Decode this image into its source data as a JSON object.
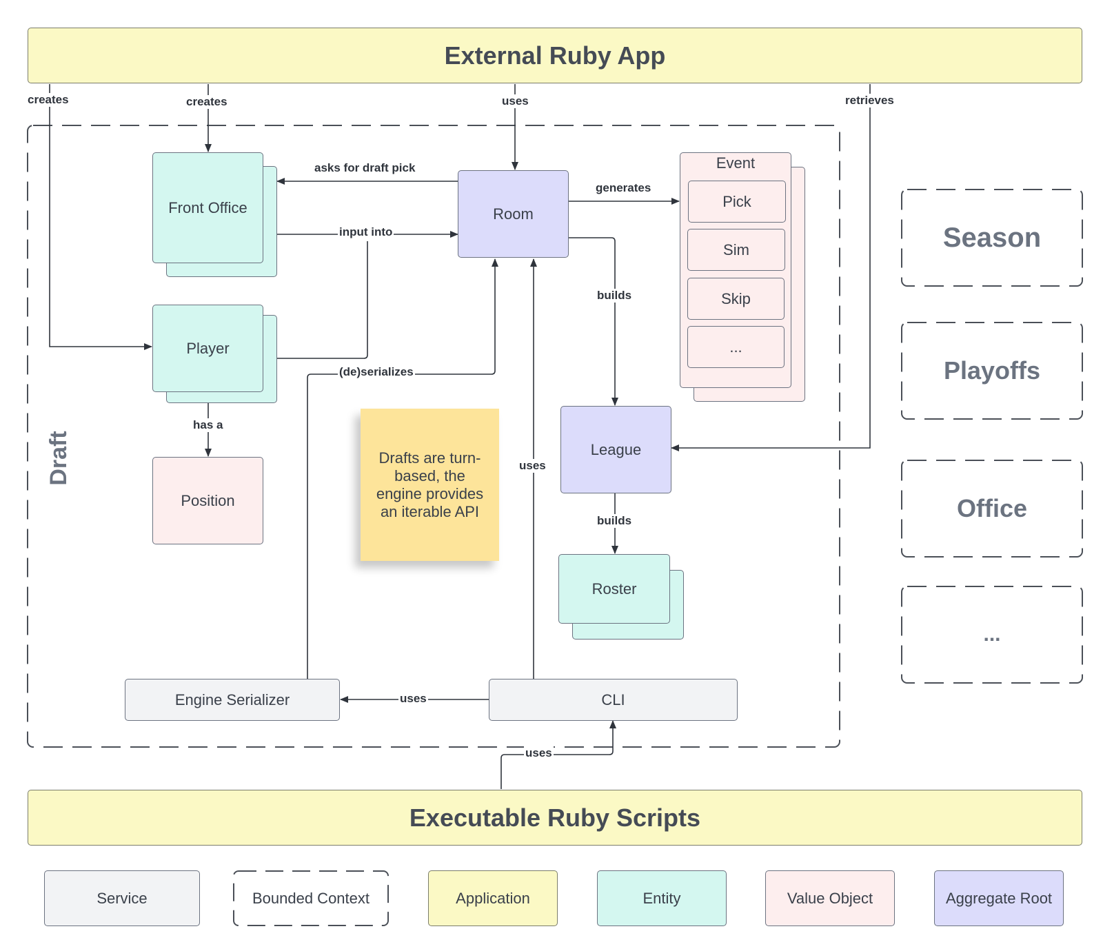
{
  "top_app": {
    "label": "External Ruby App"
  },
  "bottom_app": {
    "label": "Executable Ruby Scripts"
  },
  "draft_context": {
    "label": "Draft"
  },
  "other_contexts": [
    "Season",
    "Playoffs",
    "Office",
    "..."
  ],
  "nodes": {
    "front_office": "Front Office",
    "player": "Player",
    "position": "Position",
    "room": "Room",
    "event": "Event",
    "event_items": [
      "Pick",
      "Sim",
      "Skip",
      "..."
    ],
    "league": "League",
    "roster": "Roster",
    "engine_serializer": "Engine Serializer",
    "cli": "CLI"
  },
  "note": "Drafts are turn-based, the engine provides an iterable API",
  "edge_labels": {
    "creates_player": "creates",
    "creates_front_office": "creates",
    "uses_room": "uses",
    "retrieves": "retrieves",
    "asks_for_draft_pick": "asks for draft pick",
    "input_into": "input into",
    "generates": "generates",
    "builds_league": "builds",
    "deserializes": "(de)serializes",
    "has_a": "has a",
    "uses_cli_room": "uses",
    "builds_roster": "builds",
    "uses_serializer": "uses",
    "uses_cli": "uses"
  },
  "legend": [
    "Service",
    "Bounded Context",
    "Application",
    "Entity",
    "Value Object",
    "Aggregate Root"
  ],
  "colors": {
    "application": "#fbf9c5",
    "entity": "#d4f7f0",
    "value_object": "#fdeeee",
    "aggregate_root": "#dcdcfb",
    "service": "#f2f3f5",
    "note": "#fde49a"
  }
}
